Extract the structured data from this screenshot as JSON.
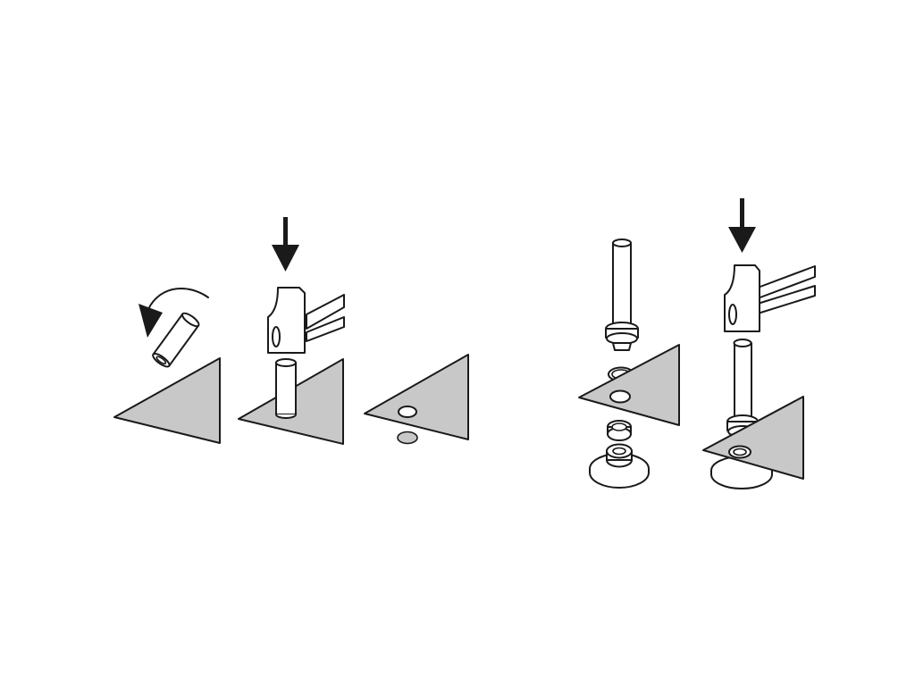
{
  "figure": {
    "steps": [
      {
        "id": "step-1",
        "action": "rotate-punch"
      },
      {
        "id": "step-2",
        "action": "strike-punch"
      },
      {
        "id": "step-3",
        "action": "hole-punched"
      },
      {
        "id": "step-4",
        "action": "stack-grommet-parts"
      },
      {
        "id": "step-5",
        "action": "strike-setter"
      }
    ],
    "colors": {
      "sheet": "#c8c8c8",
      "ink": "#1a1a1a",
      "part_fill": "#ffffff",
      "background": "#ffffff"
    },
    "icons": [
      "curved-arrow-icon",
      "down-arrow-icon",
      "hammer-icon",
      "hole-punch-icon",
      "setting-tool-icon",
      "grommet-washer-icon",
      "anvil-base-icon"
    ]
  }
}
